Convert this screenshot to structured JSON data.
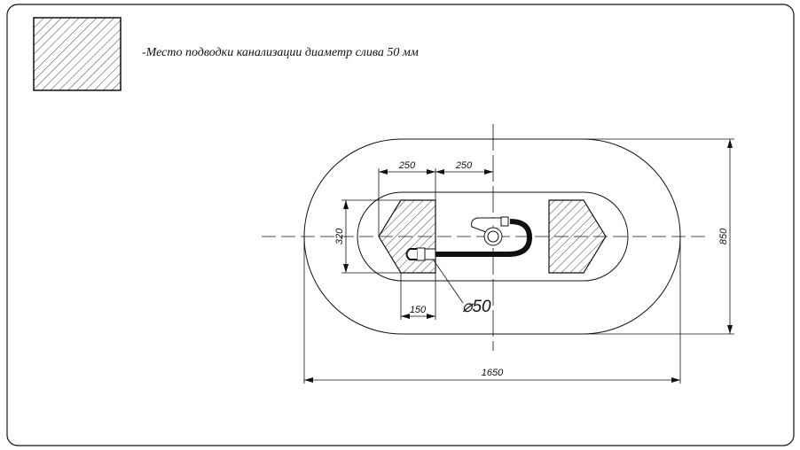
{
  "legend": {
    "text": "-Место подводки канализации диаметр слива 50 мм"
  },
  "dimensions": {
    "left_offset": "250",
    "center_offset": "250",
    "height_zone": "320",
    "zone_width": "150",
    "drain_diameter": "⌀50",
    "total_width": "850",
    "total_length": "1650"
  },
  "colors": {
    "line": "#111111",
    "background": "#ffffff"
  }
}
